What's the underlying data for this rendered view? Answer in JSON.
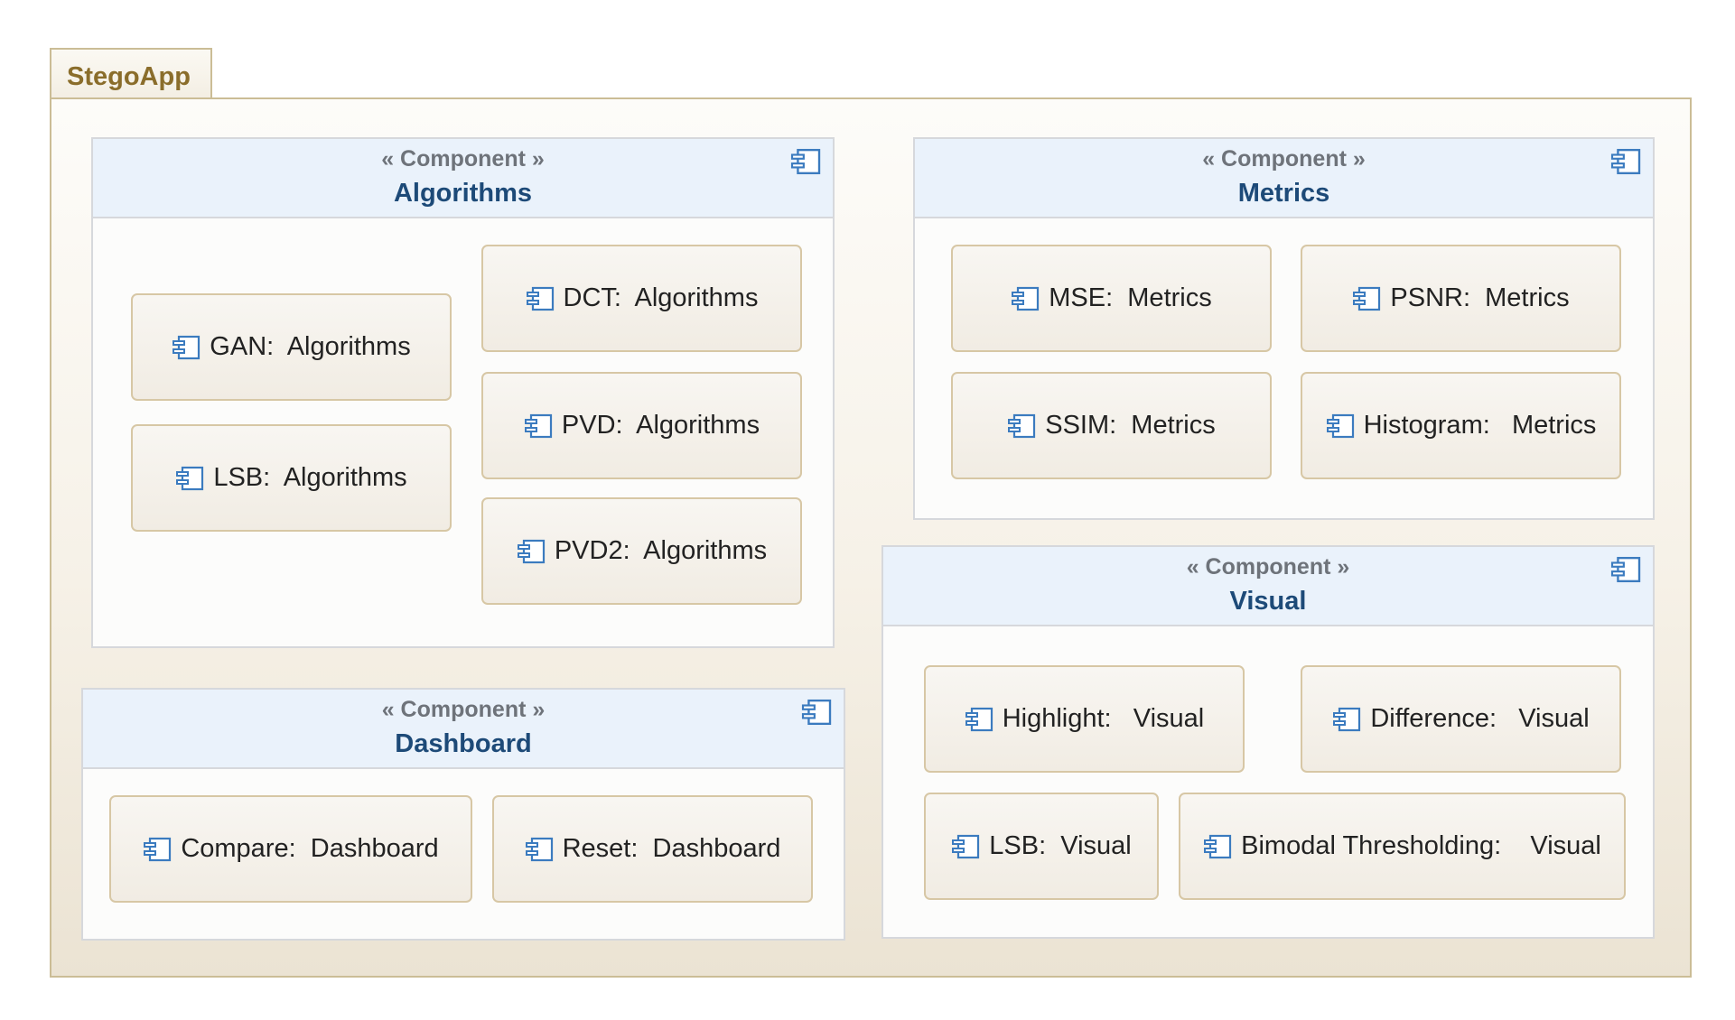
{
  "package": {
    "name": "StegoApp"
  },
  "components": {
    "algorithms": {
      "stereotype": "« Component »",
      "name": "Algorithms",
      "parts": [
        "GAN:  Algorithms",
        "LSB:  Algorithms",
        "DCT:  Algorithms",
        "PVD:  Algorithms",
        "PVD2:  Algorithms"
      ]
    },
    "metrics": {
      "stereotype": "« Component »",
      "name": "Metrics",
      "parts": [
        "MSE:  Metrics",
        "PSNR:  Metrics",
        "SSIM:  Metrics",
        "Histogram:   Metrics"
      ]
    },
    "dashboard": {
      "stereotype": "« Component »",
      "name": "Dashboard",
      "parts": [
        "Compare:  Dashboard",
        "Reset:  Dashboard"
      ]
    },
    "visual": {
      "stereotype": "« Component »",
      "name": "Visual",
      "parts": [
        "Highlight:   Visual",
        "Difference:   Visual",
        "LSB:  Visual",
        "Bimodal Thresholding:    Visual"
      ]
    }
  },
  "colors": {
    "package_border": "#cbbd96",
    "package_title": "#8a6d2b",
    "component_header": "#eaf2fb",
    "component_name": "#1d4a78",
    "part_border": "#d7c7a5",
    "icon": "#3b7bbf"
  },
  "icons": {
    "component": "component-icon"
  }
}
